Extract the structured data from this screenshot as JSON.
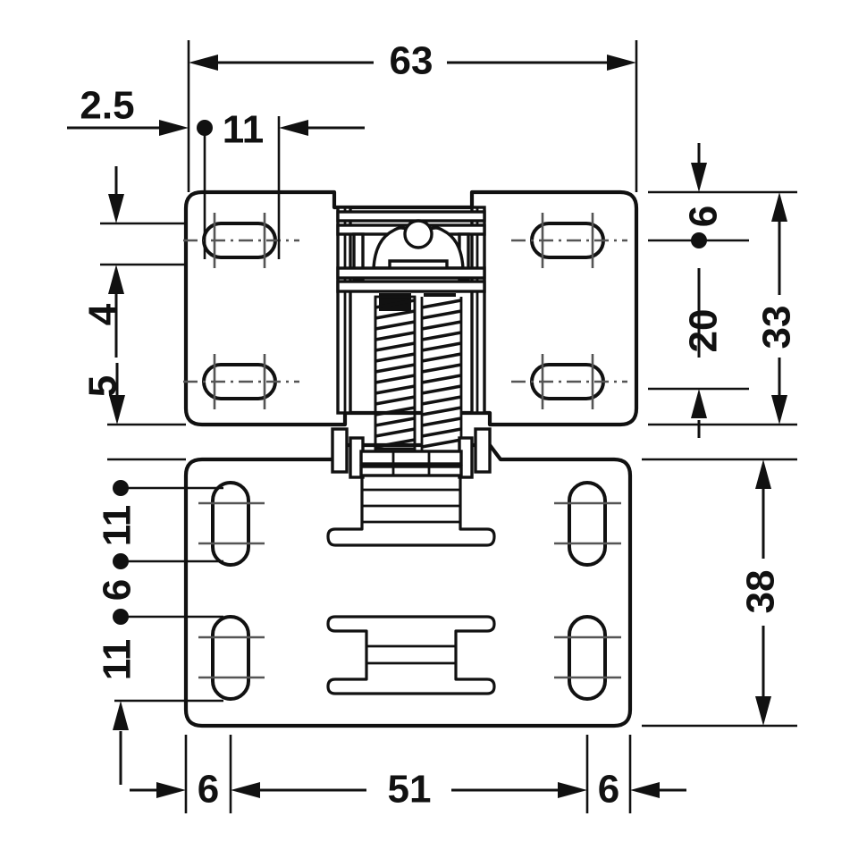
{
  "drawing": {
    "title": "Concealed hinge technical drawing",
    "units": "mm",
    "background_color": "#ffffff",
    "line_color": "#111111"
  },
  "dimensions": {
    "top_overall_width": "63",
    "top_left_offset": "2.5",
    "top_hole_offset": "11",
    "left_edge_to_hole_v": "4",
    "plate_gap": "5",
    "lower_hole_spacing_a": "11",
    "lower_hole_spacing_b": "6",
    "lower_hole_spacing_c": "11",
    "right_top_offset": "6",
    "right_hole_span": "20",
    "right_upper_plate_height": "33",
    "right_lower_plate_height": "38",
    "bottom_left_margin": "6",
    "bottom_center_span": "51",
    "bottom_right_margin": "6"
  },
  "labels": {
    "d63": "63",
    "d25": "2.5",
    "d11_top": "11",
    "d4": "4",
    "d5": "5",
    "d11_a": "11",
    "d6_left": "6",
    "d11_b": "11",
    "d6_right": "6",
    "d20": "20",
    "d33": "33",
    "d38": "38",
    "d6_bottom_left": "6",
    "d51": "51",
    "d6_bottom_right": "6"
  },
  "parts": {
    "upper_plate": {
      "name": "Upper mounting plate",
      "slot_count": 4
    },
    "lower_plate": {
      "name": "Lower mounting plate",
      "slot_count": 4
    },
    "mechanism": {
      "name": "Spring hinge mechanism",
      "spring_count": 2
    }
  }
}
